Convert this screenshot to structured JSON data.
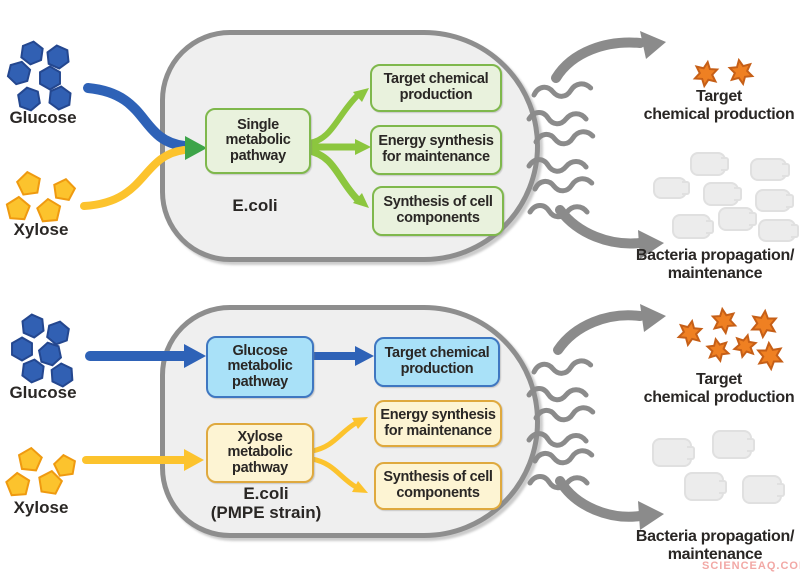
{
  "top": {
    "glucose_label": "Glucose",
    "xylose_label": "Xylose",
    "cell_label": "E.coli",
    "pathway_box": "Single metabolic pathway",
    "output_boxes": [
      "Target chemical production",
      "Energy synthesis for maintenance",
      "Synthesis of cell components"
    ],
    "target_line1": "Target",
    "target_line2": "chemical production",
    "bacteria_line1": "Bacteria propagation/",
    "bacteria_line2": "maintenance"
  },
  "bottom": {
    "glucose_label": "Glucose",
    "xylose_label": "Xylose",
    "cell_label_line1": "E.coli",
    "cell_label_line2": "(PMPE strain)",
    "glucose_pathway_box": "Glucose metabolic pathway",
    "xylose_pathway_box": "Xylose metabolic pathway",
    "target_box": "Target chemical production",
    "energy_box": "Energy synthesis for maintenance",
    "synthesis_box": "Synthesis of cell components",
    "target_line1": "Target",
    "target_line2": "chemical production",
    "bacteria_line1": "Bacteria propagation/",
    "bacteria_line2": "maintenance"
  },
  "watermark": "SCIENCEAQ.COM",
  "colors": {
    "glucose_blue": "#3160b3",
    "xylose_yellow": "#fcc32d",
    "pathway_lime": "#8cc63e",
    "merge_green": "#3da449",
    "cell_fill": "#efefef",
    "cell_border": "#8e8e8e",
    "arrow_gray": "#8b8b8b",
    "star_orange": "#ef8022",
    "green_box_fill": "#e9f2dd",
    "green_box_border": "#7fb84c",
    "blue_box_fill": "#a9e1f8",
    "blue_box_border": "#3f77c1",
    "yellow_box_fill": "#fdf4d3",
    "yellow_box_border": "#dfa93e"
  }
}
